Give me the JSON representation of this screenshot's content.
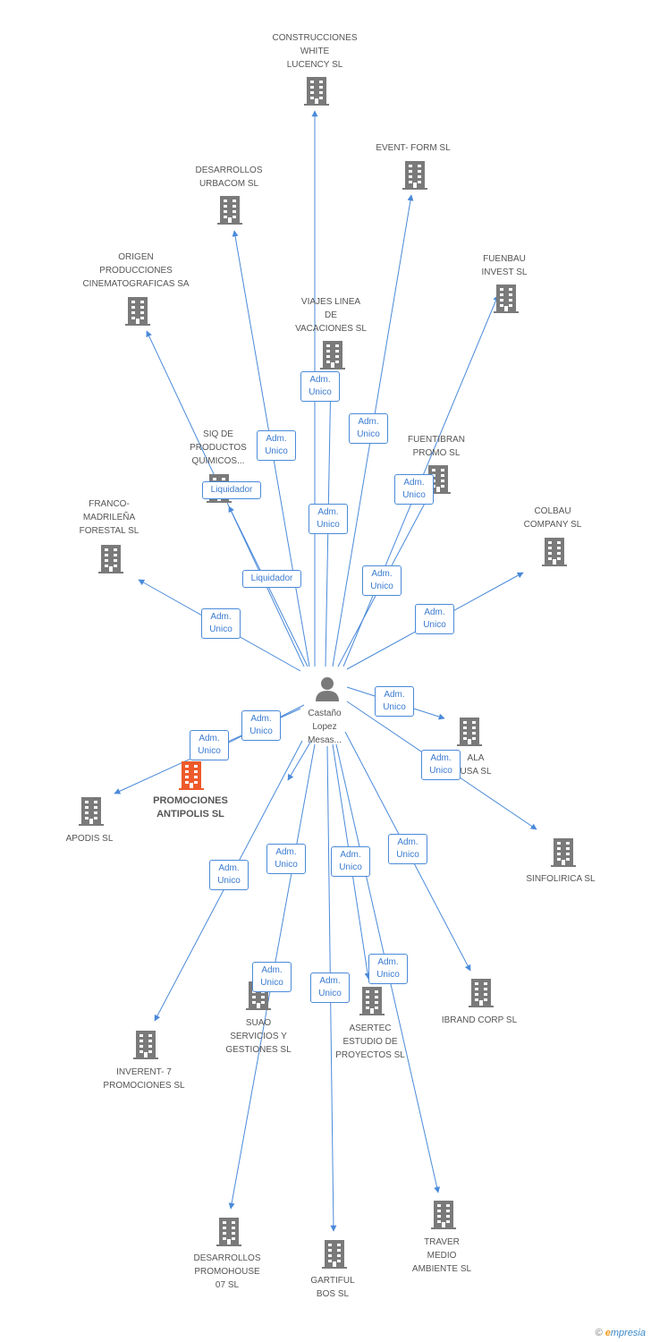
{
  "center": {
    "label": "Castaño\nLopez\nMesas..."
  },
  "companies": [
    {
      "id": "construcciones",
      "label": "CONSTRUCCIONES\nWHITE\nLUCENCY SL",
      "main": false
    },
    {
      "id": "event",
      "label": "EVENT- FORM SL",
      "main": false
    },
    {
      "id": "urbacom",
      "label": "DESARROLLOS\nURBACOM SL",
      "main": false
    },
    {
      "id": "fuenbau",
      "label": "FUENBAU\nINVEST SL",
      "main": false
    },
    {
      "id": "origen",
      "label": "ORIGEN\nPRODUCCIONES\nCINEMATOGRAFICAS SA",
      "main": false
    },
    {
      "id": "viajes",
      "label": "VIAJES LINEA\nDE\nVACACIONES SL",
      "main": false
    },
    {
      "id": "siq",
      "label": "SIQ DE\nPRODUCTOS\nQUIMICOS...",
      "main": false
    },
    {
      "id": "fuentibran",
      "label": "FUENTIBRAN\nPROMO SL",
      "main": false
    },
    {
      "id": "franco",
      "label": "FRANCO-\nMADRILEÑA\nFORESTAL SL",
      "main": false
    },
    {
      "id": "colbau",
      "label": "COLBAU\nCOMPANY SL",
      "main": false
    },
    {
      "id": "ala",
      "label": "ALA\nUSA SL",
      "main": false
    },
    {
      "id": "promociones",
      "label": "PROMOCIONES\nANTIPOLIS SL",
      "main": true
    },
    {
      "id": "apodis",
      "label": "APODIS SL",
      "main": false
    },
    {
      "id": "sinfolirica",
      "label": "SINFOLIRICA SL",
      "main": false
    },
    {
      "id": "ibrand",
      "label": "IBRAND CORP SL",
      "main": false
    },
    {
      "id": "suao",
      "label": "SUAO\nSERVICIOS Y\nGESTIONES SL",
      "main": false
    },
    {
      "id": "asertec",
      "label": "ASERTEC\nESTUDIO DE\nPROYECTOS SL",
      "main": false
    },
    {
      "id": "inverent",
      "label": "INVERENT- 7\nPROMOCIONES SL",
      "main": false
    },
    {
      "id": "promohouse",
      "label": "DESARROLLOS\nPROMOHOUSE\n07 SL",
      "main": false
    },
    {
      "id": "gartiful",
      "label": "GARTIFUL\nBOS  SL",
      "main": false
    },
    {
      "id": "traver",
      "label": "TRAVER\nMEDIO\nAMBIENTE SL",
      "main": false
    }
  ],
  "edges": [
    {
      "to": "construcciones",
      "role": "Adm.\nUnico"
    },
    {
      "to": "event",
      "role": "Adm.\nUnico"
    },
    {
      "to": "urbacom",
      "role": "Adm.\nUnico"
    },
    {
      "to": "fuenbau",
      "role": "Adm.\nUnico"
    },
    {
      "to": "origen",
      "role": "Liquidador"
    },
    {
      "to": "viajes",
      "role": "Adm.\nUnico"
    },
    {
      "to": "siq",
      "role": "Liquidador"
    },
    {
      "to": "fuentibran",
      "role": "Adm.\nUnico"
    },
    {
      "to": "franco",
      "role": "Adm.\nUnico"
    },
    {
      "to": "colbau",
      "role": "Adm.\nUnico"
    },
    {
      "to": "ala",
      "role": "Adm.\nUnico"
    },
    {
      "to": "promociones",
      "role": "Adm.\nUnico"
    },
    {
      "to": "apodis",
      "role": "Adm.\nUnico"
    },
    {
      "to": "sinfolirica",
      "role": "Adm.\nUnico"
    },
    {
      "to": "ibrand",
      "role": "Adm.\nUnico"
    },
    {
      "to": "suao",
      "role": "Adm.\nUnico"
    },
    {
      "to": "asertec",
      "role": "Adm.\nUnico"
    },
    {
      "to": "inverent",
      "role": "Adm.\nUnico"
    },
    {
      "to": "promohouse",
      "role": "Adm.\nUnico"
    },
    {
      "to": "gartiful",
      "role": "Adm.\nUnico"
    },
    {
      "to": "traver",
      "role": "Adm.\nUnico"
    }
  ],
  "colors": {
    "edge": "#4a8ad9",
    "building": "#7a7a7a",
    "main_building": "#ee5a2a",
    "person": "#7a7a7a"
  },
  "footer": {
    "copyright": "©",
    "brand_e": "e",
    "brand_rest": "mpresia"
  }
}
